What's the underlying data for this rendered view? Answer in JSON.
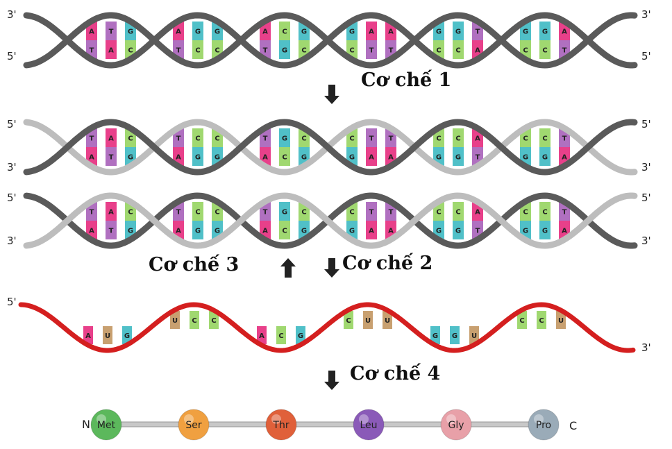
{
  "helices": [
    {
      "left_top": "3'",
      "left_bottom": "5'",
      "right_top": "3'",
      "right_bottom": "5'",
      "top": [
        "ATG",
        "AGG",
        "ACG",
        "GAA",
        "GGT",
        "GGA"
      ],
      "bottom": [
        "TAC",
        "TCC",
        "TGC",
        "CTT",
        "CCA",
        "CCT"
      ],
      "strand_colors": [
        "#5a5a5a",
        "#5a5a5a"
      ]
    },
    {
      "left_top": "5'",
      "left_bottom": "3'",
      "right_top": "5'",
      "right_bottom": "3'",
      "top": [
        "TAC",
        "TCC",
        "TGC",
        "CTT",
        "CCA",
        "CCT"
      ],
      "bottom": [
        "ATG",
        "AGG",
        "ACG",
        "GAA",
        "GGT",
        "GGA"
      ],
      "strand_colors": [
        "#5a5a5a",
        "#bdbdbd"
      ]
    },
    {
      "left_top": "5'",
      "left_bottom": "3'",
      "right_top": "5'",
      "right_bottom": "3'",
      "top": [
        "TAC",
        "TCC",
        "TGC",
        "CTT",
        "CCA",
        "CCT"
      ],
      "bottom": [
        "ATG",
        "AGG",
        "ACG",
        "GAA",
        "GGT",
        "GGA"
      ],
      "strand_colors": [
        "#bdbdbd",
        "#5a5a5a"
      ]
    }
  ],
  "mrna": {
    "left": "5'",
    "right": "3'",
    "codons": [
      "AUG",
      "UCC",
      "ACG",
      "CUU",
      "GGU",
      "CCU"
    ],
    "color": "#d41f1f"
  },
  "protein": {
    "n_label": "N",
    "c_label": "C",
    "amino_acids": [
      {
        "name": "Met",
        "color": "#5cb85c"
      },
      {
        "name": "Ser",
        "color": "#f0a040"
      },
      {
        "name": "Thr",
        "color": "#e0603a"
      },
      {
        "name": "Leu",
        "color": "#8a5ab8"
      },
      {
        "name": "Gly",
        "color": "#e8a0a8"
      },
      {
        "name": "Pro",
        "color": "#9aabb8"
      }
    ]
  },
  "base_colors": {
    "A": "#e8408a",
    "T": "#b070c0",
    "G": "#50c0c8",
    "C": "#a0d870",
    "U": "#c8a070"
  },
  "mechanisms": {
    "m1": "Cơ chế 1",
    "m2": "Cơ chế 2",
    "m3": "Cơ chế 3",
    "m4": "Cơ chế 4"
  }
}
